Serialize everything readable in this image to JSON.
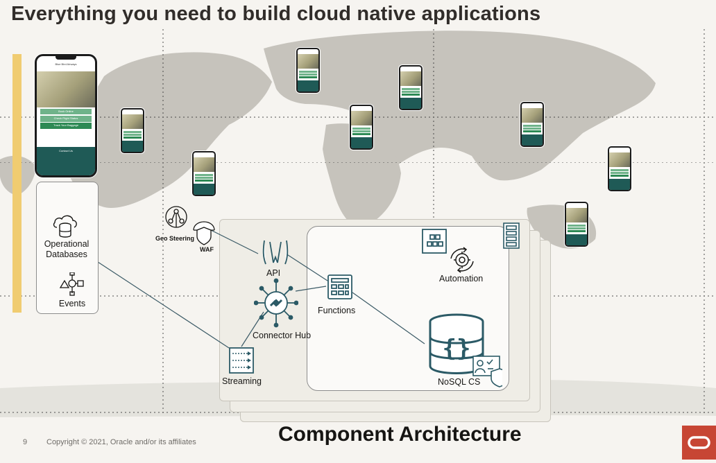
{
  "slide": {
    "title": "Everything you need to build cloud native applications",
    "subtitle": "Component Architecture",
    "page_number": "9",
    "copyright": "Copyright © 2021, Oracle and/or its affiliates"
  },
  "mobile_app": {
    "header": "Blue Bird Airways",
    "buttons": [
      "Book Online",
      "Check Flight Status",
      "Track Your Baggage"
    ],
    "footer_title": "Contact Us"
  },
  "left_panel": {
    "operational_databases": "Operational\nDatabases",
    "events": "Events"
  },
  "edge": {
    "geo_steering": "Geo Steering",
    "waf": "WAF"
  },
  "components": {
    "api": "API",
    "functions": "Functions",
    "connector_hub": "Connector Hub",
    "streaming": "Streaming",
    "automation": "Automation",
    "nosql": "NoSQL CS"
  },
  "colors": {
    "icon": "#2b5a66",
    "accent_bar": "#f0cc71",
    "oracle_red": "#c74634",
    "line": "#3b5a66"
  }
}
